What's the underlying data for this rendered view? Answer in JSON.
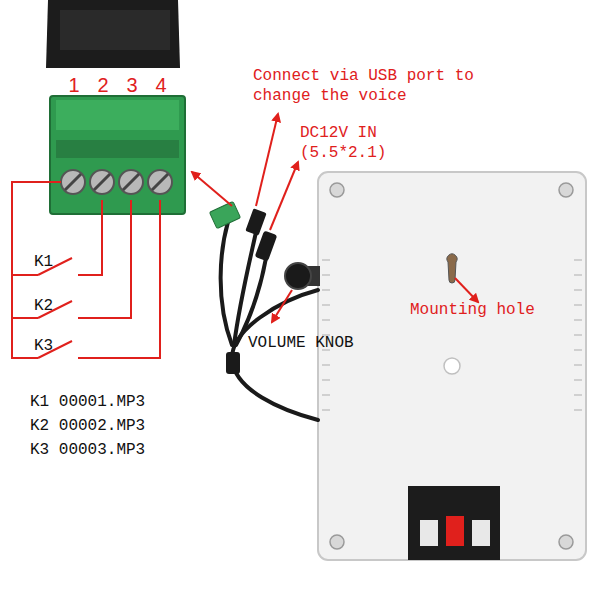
{
  "diagram": {
    "labels": [
      "1",
      "2",
      "3",
      "4",
      "Connect via USB port to change the voice",
      "DC12V IN (5.5*2.1)",
      "K1",
      "K2",
      "K3",
      "Mounting hole",
      "VOLUME KNOB",
      "K1 00001.MP3",
      "K2 00002.MP3",
      "K3 00003.MP3"
    ]
  }
}
